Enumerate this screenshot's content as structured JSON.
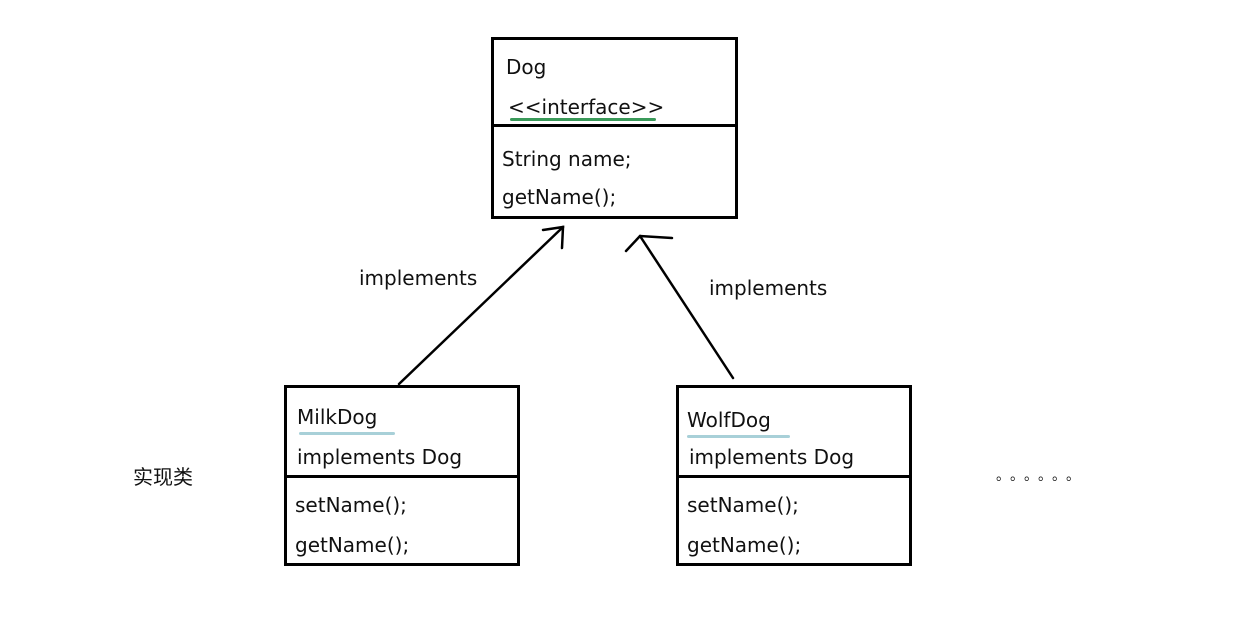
{
  "interface_box": {
    "name": "Dog",
    "stereotype": "<<interface>>",
    "members": [
      "String name;",
      "getName();"
    ],
    "underline_color": "#3a9a5a"
  },
  "classes": [
    {
      "name": "MilkDog",
      "subtitle": "implements Dog",
      "members": [
        "setName();",
        "getName();"
      ],
      "underline_color": "#a8d0d8"
    },
    {
      "name": "WolfDog",
      "subtitle": "implements Dog",
      "members": [
        "setName();",
        "getName();"
      ],
      "underline_color": "#a8d0d8"
    }
  ],
  "relations": [
    {
      "from": "MilkDog",
      "to": "Dog",
      "label": "implements"
    },
    {
      "from": "WolfDog",
      "to": "Dog",
      "label": "implements"
    }
  ],
  "side_label": "实现类",
  "ellipsis": "。。。。。。"
}
